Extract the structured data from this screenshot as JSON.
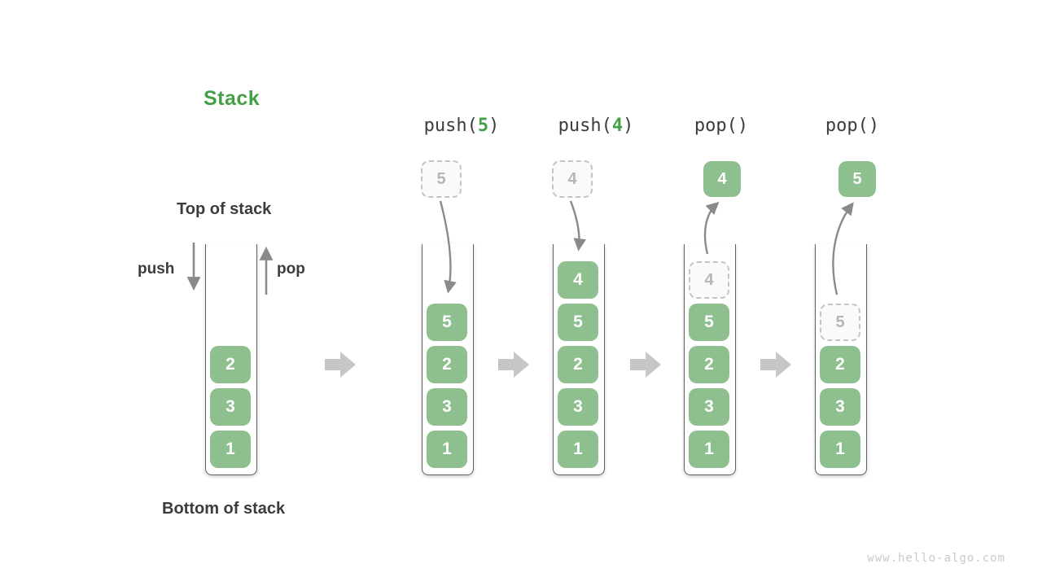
{
  "title": "Stack",
  "labels": {
    "top_of_stack": "Top of stack",
    "bottom_of_stack": "Bottom of stack",
    "push_arrow": "push",
    "pop_arrow": "pop"
  },
  "watermark": "www.hello-algo.com",
  "colors": {
    "block_green": "#8EBF8E",
    "accent_green": "#43A047",
    "text_dark": "#3C3C3C",
    "thin_arrow_gray": "#8A8A8A",
    "transition_arrow_gray": "#C6C6C6",
    "ghost_border": "#C4C4C4",
    "ghost_text": "#B6B6B6",
    "container_border": "#616161"
  },
  "steps": [
    {
      "stack": [
        "2",
        "3",
        "1"
      ]
    },
    {
      "header_prefix": "push(",
      "header_arg": "5",
      "header_suffix": ")",
      "float_value": "5",
      "float_style": "dashed",
      "stack": [
        "5",
        "2",
        "3",
        "1"
      ]
    },
    {
      "header_prefix": "push(",
      "header_arg": "4",
      "header_suffix": ")",
      "float_value": "4",
      "float_style": "dashed",
      "stack": [
        "4",
        "5",
        "2",
        "3",
        "1"
      ]
    },
    {
      "header_prefix": "pop()",
      "header_arg": "",
      "header_suffix": "",
      "float_value": "4",
      "float_style": "solid",
      "ghost_value": "4",
      "stack": [
        "5",
        "2",
        "3",
        "1"
      ]
    },
    {
      "header_prefix": "pop()",
      "header_arg": "",
      "header_suffix": "",
      "float_value": "5",
      "float_style": "solid",
      "ghost_value": "5",
      "stack": [
        "2",
        "3",
        "1"
      ]
    }
  ]
}
